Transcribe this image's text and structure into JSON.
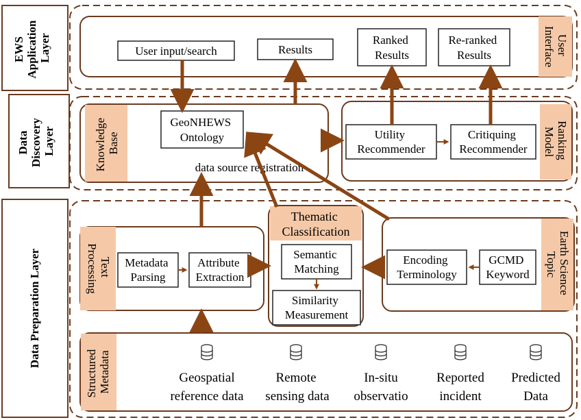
{
  "layers": {
    "application": [
      "EWS",
      "Application",
      "Layer"
    ],
    "discovery": [
      "Data",
      "Discovery",
      "Layer"
    ],
    "preparation": "Data Preparation Layer"
  },
  "side_labels": {
    "user_interface": [
      "User",
      "Interface"
    ],
    "knowledge_base": [
      "Knowledge",
      "Base"
    ],
    "ranking_model": [
      "Ranking",
      "Model"
    ],
    "text_processing": [
      "Text",
      "Processing"
    ],
    "earth_science_topic": [
      "Earth Science",
      "Topic"
    ],
    "structured_metadata": [
      "Structured",
      "Metadata"
    ]
  },
  "boxes": {
    "user_input": "User input/search",
    "results": "Results",
    "ranked_results": [
      "Ranked",
      "Results"
    ],
    "reranked_results": [
      "Re-ranked",
      "Results"
    ],
    "ontology": [
      "GeoNHEWS",
      "Ontology"
    ],
    "utility": [
      "Utility",
      "Recommender"
    ],
    "critiquing": [
      "Critiquing",
      "Recommender"
    ],
    "metadata_parsing": [
      "Metadata",
      "Parsing"
    ],
    "attribute_extraction": [
      "Attribute",
      "Extraction"
    ],
    "semantic_matching": [
      "Semantic",
      "Matching"
    ],
    "similarity": [
      "Similarity",
      "Measurement"
    ],
    "encoding": [
      "Encoding",
      "Terminology"
    ],
    "gcmd": [
      "GCMD",
      "Keyword"
    ]
  },
  "thematic_title": [
    "Thematic",
    "Classification"
  ],
  "registration_label": "data source registration",
  "data_sources": [
    {
      "line1": "Geospatial",
      "line2": "reference data",
      "icon": "database-icon"
    },
    {
      "line1": "Remote",
      "line2": "sensing data",
      "icon": "database-icon"
    },
    {
      "line1": "In-situ",
      "line2": "observatio",
      "icon": "database-icon"
    },
    {
      "line1": "Reported",
      "line2": "incident",
      "icon": "database-icon"
    },
    {
      "line1": "Predicted",
      "line2": "Data",
      "icon": "database-icon"
    }
  ],
  "colors": {
    "arrow_brown": "#8B4513",
    "label_fill": "#F5C9A8",
    "border": "#6B3A1E"
  }
}
